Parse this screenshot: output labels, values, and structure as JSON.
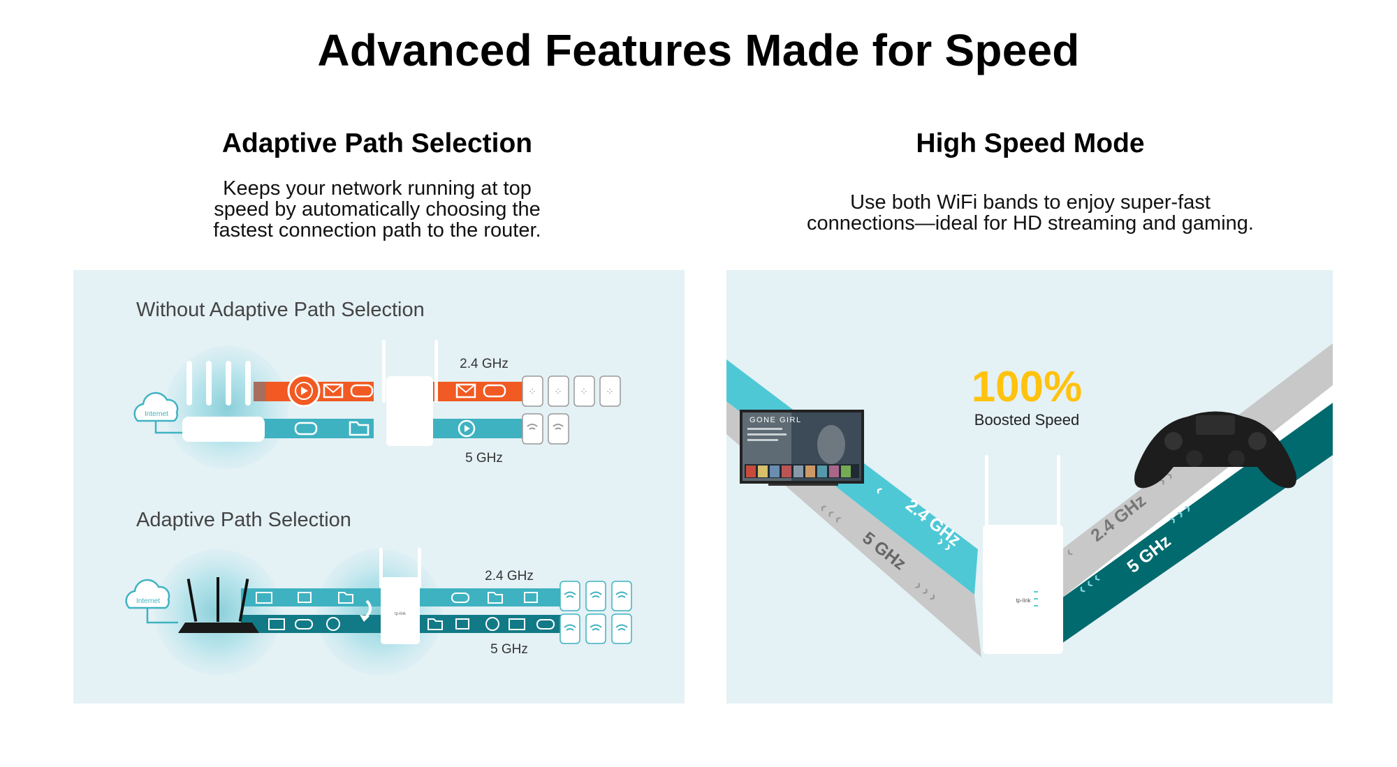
{
  "page": {
    "title": "Advanced Features Made for Speed"
  },
  "features": [
    {
      "title": "Adaptive Path Selection",
      "description": [
        "Keeps your network running at top",
        "speed by automatically choosing the",
        "fastest connection path to the router."
      ],
      "diagram": {
        "without_label": "Without Adaptive Path Selection",
        "with_label": "Adaptive Path Selection",
        "band_24": "2.4 GHz",
        "band_5": "5 GHz",
        "internet": "Internet",
        "colors": {
          "orange": "#f15a22",
          "teal": "#3fb2c1",
          "dark_teal": "#127a87",
          "light_teal": "#7fd3df"
        }
      }
    },
    {
      "title": "High Speed Mode",
      "description": [
        "Use both WiFi bands to enjoy super-fast",
        "connections—ideal for HD streaming and gaming."
      ],
      "diagram": {
        "percent": "100%",
        "boosted": "Boosted Speed",
        "band_24": "2.4 GHz",
        "band_5": "5 GHz",
        "tv_title": "GONE GIRL",
        "brand": "tp-link",
        "colors": {
          "gold": "#ffc20e",
          "cyan": "#4fc8d6",
          "dark_teal": "#006a6e",
          "grey": "#c8c8c8"
        }
      }
    }
  ]
}
